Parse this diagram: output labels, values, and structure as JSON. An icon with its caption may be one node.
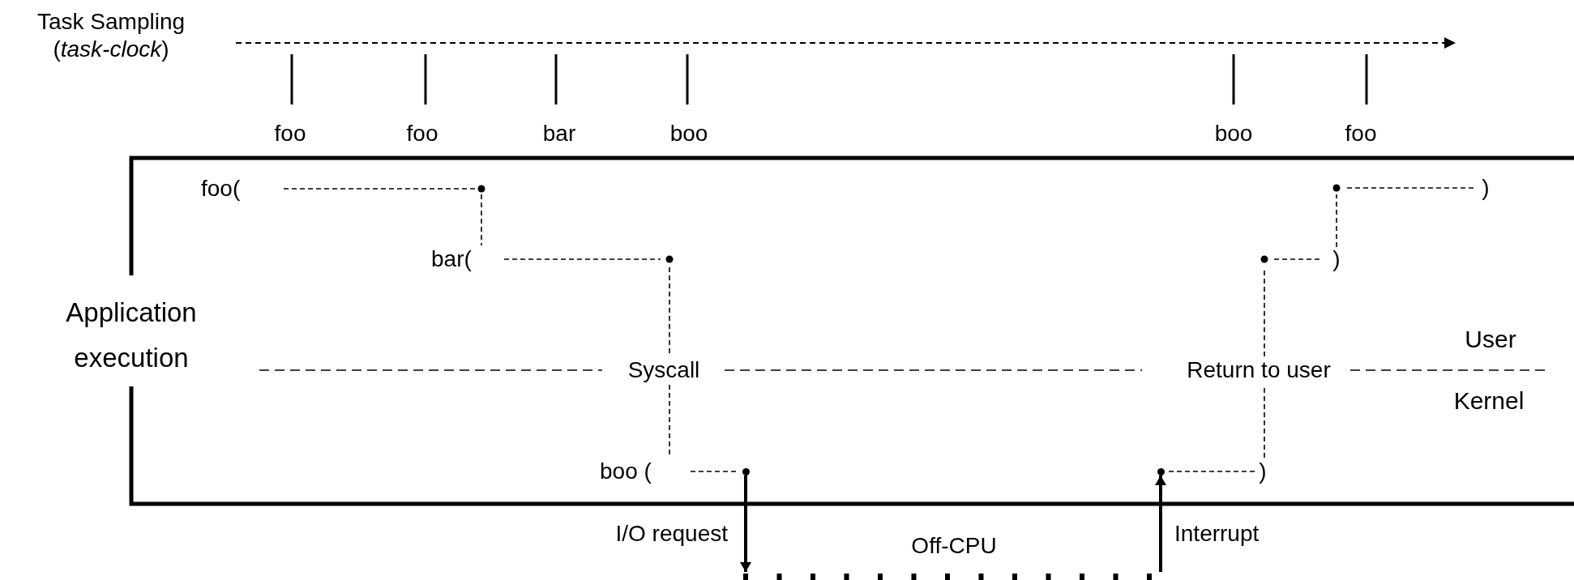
{
  "diagram": {
    "nodes": [
      {
        "text": [],
        "shape": "circle"
      },
      {
        "text": [],
        "shape": "bar",
        "beside": [
          "Off-CPU"
        ]
      },
      {
        "text": [],
        "shape": "circle"
      }
    ],
    "edges": [
      {
        "from": 0,
        "to": 1,
        "arrow": "to",
        "label": "I/O request"
      },
      {
        "from": 1,
        "to": 2,
        "arrow": "to",
        "label": "Interrupt"
      }
    ],
    "labels": [
      "Task Sampling",
      "(*task-clock*)",
      "foo",
      "foo",
      "bar",
      "boo",
      "boo",
      "foo",
      "foo(",
      ")",
      "bar(",
      ")",
      "Application execution",
      "User",
      "Syscall",
      "Return to user",
      "Kernel",
      "boo (",
      ")"
    ]
  }
}
